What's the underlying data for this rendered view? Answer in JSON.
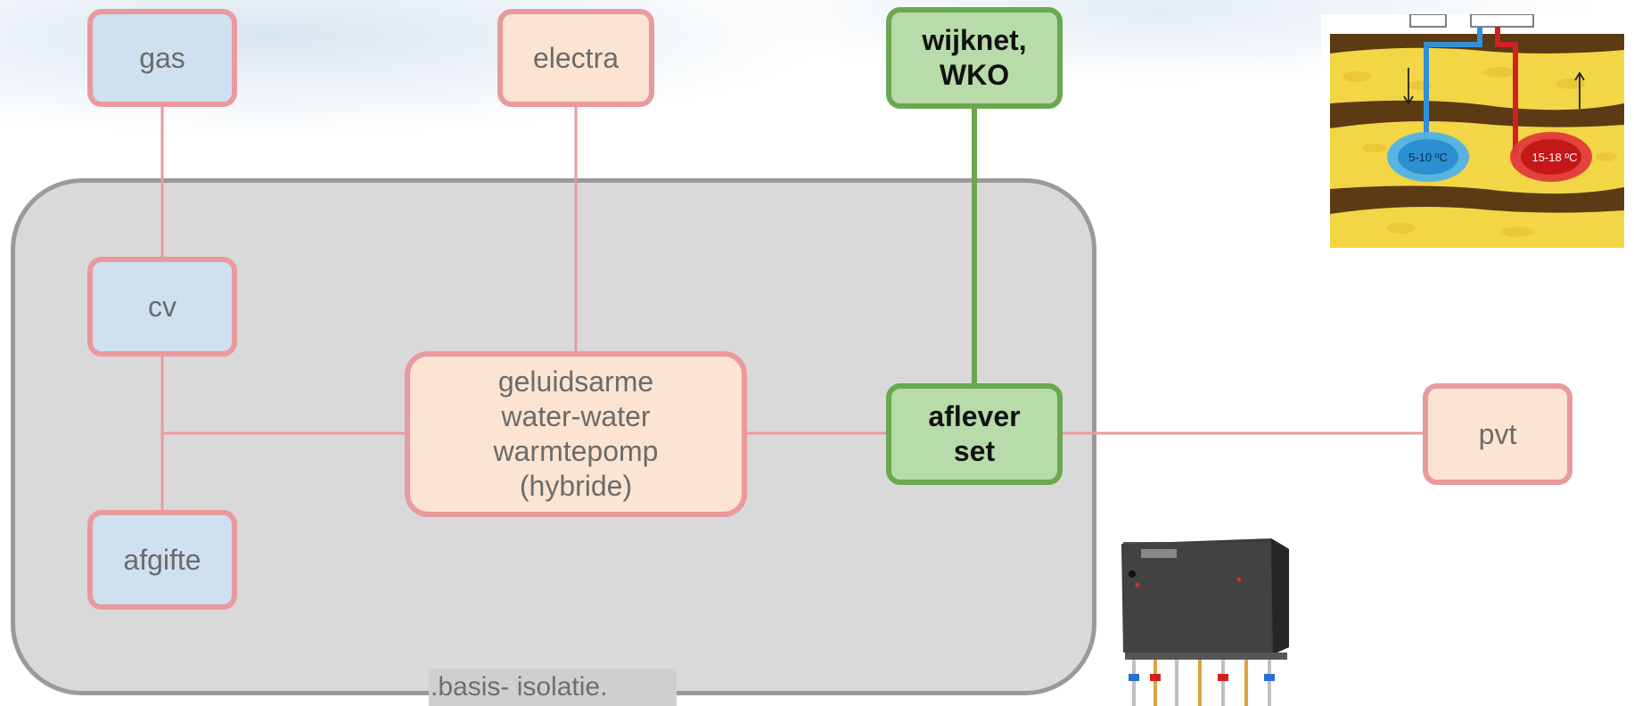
{
  "nodes": {
    "gas": "gas",
    "electra": "electra",
    "wijknet": "wijknet,\nWKO",
    "cv": "cv",
    "afgifte": "afgifte",
    "warmtepomp": "geluidsarme\nwater-water\nwarmtepomp\n(hybride)",
    "afleverset": "aflever\nset",
    "pvt": "pvt"
  },
  "house_label": ".basis- isolatie.",
  "wko_image": {
    "cold_label": "5-10 ºC",
    "warm_label": "15-18 ºC"
  },
  "colors": {
    "pink_border": "#ea9a9e",
    "green_border": "#6aa84f",
    "blue_fill": "#cfe0f1",
    "peach_fill": "#fbe4d1",
    "green_fill": "#b8dbaa",
    "house_fill": "#d9d9d9"
  }
}
